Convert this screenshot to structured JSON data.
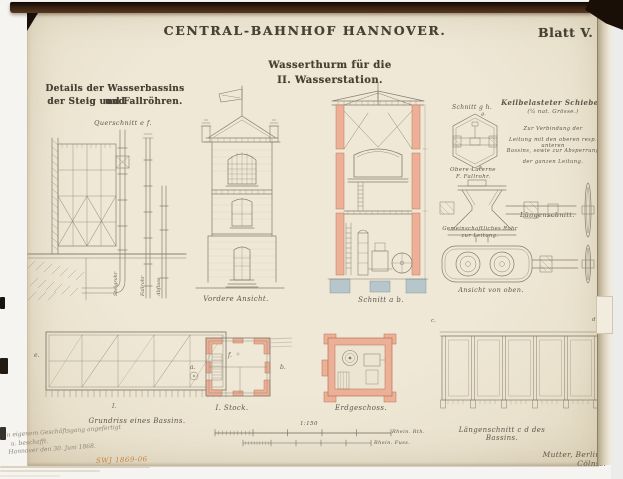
{
  "sheet": {
    "title": "CENTRAL-BAHNHOF HANNOVER.",
    "sheet_no": "Blatt V.",
    "subtitle_1": "Wasserthurm für die",
    "subtitle_2": "II. Wasserstation.",
    "heading_left_1": "Details der Wasserbassins und",
    "heading_left_2": "der Steig und Fallröhren."
  },
  "captions": {
    "querschnitt_ef": "Querschnitt e f.",
    "vordere_ansicht": "Vordere Ansicht.",
    "schnitt_ab": "Schnitt a b.",
    "schnitt_gh": "Schnitt g h.",
    "laengenschnitt": "Längenschnitt.",
    "ansicht_von_oben": "Ansicht von oben.",
    "grundriss_bassin": "Grundriss eines Bassins.",
    "stock_1": "I. Stock.",
    "erdgeschoss": "Erdgeschoss.",
    "laengenschnitt_cd": "Längenschnitt c d des Bassins."
  },
  "valve_note": {
    "title": "Keilbelasteter Schieber.",
    "scale": "(¼ nat. Grösse.)",
    "line1": "Zur Verbindung der",
    "line2": "Leitung mit den oberen resp. unteren",
    "line3": "Bassins, sowie zur Absperrung",
    "line4": "der ganzen Leitung."
  },
  "part_labels": {
    "obere_laterne": "Obere Laterne",
    "fallrohr": "F. Fallrohr.",
    "rohr_1": "Gemeinschaftliches Rohr",
    "rohr_2": "zur Leitung.",
    "pipe_steig": "Steigrohr",
    "pipe_fall": "Fallrohr",
    "pipe_abfluss": "Abfluss"
  },
  "scale_bars": {
    "ratio": "1:150",
    "unit_upper": "Rhein. Rth.",
    "unit_lower": "Rhein. Fuss."
  },
  "section_marks": {
    "a": "a.",
    "b": "b.",
    "c": "c.",
    "d": "d.",
    "e": "e.",
    "f": "f.",
    "g": "g.",
    "h": "h.",
    "roman_one": "I."
  },
  "annotations": {
    "hand_1": "In eigenem Geschäftsgang angefertigt",
    "hand_2": "u. beschafft.",
    "hand_3": "Hannover den 30. Juni 1868.",
    "inventory": "SWJ 1869-06",
    "publisher": "Mutter, Berlin - Cölnst."
  }
}
